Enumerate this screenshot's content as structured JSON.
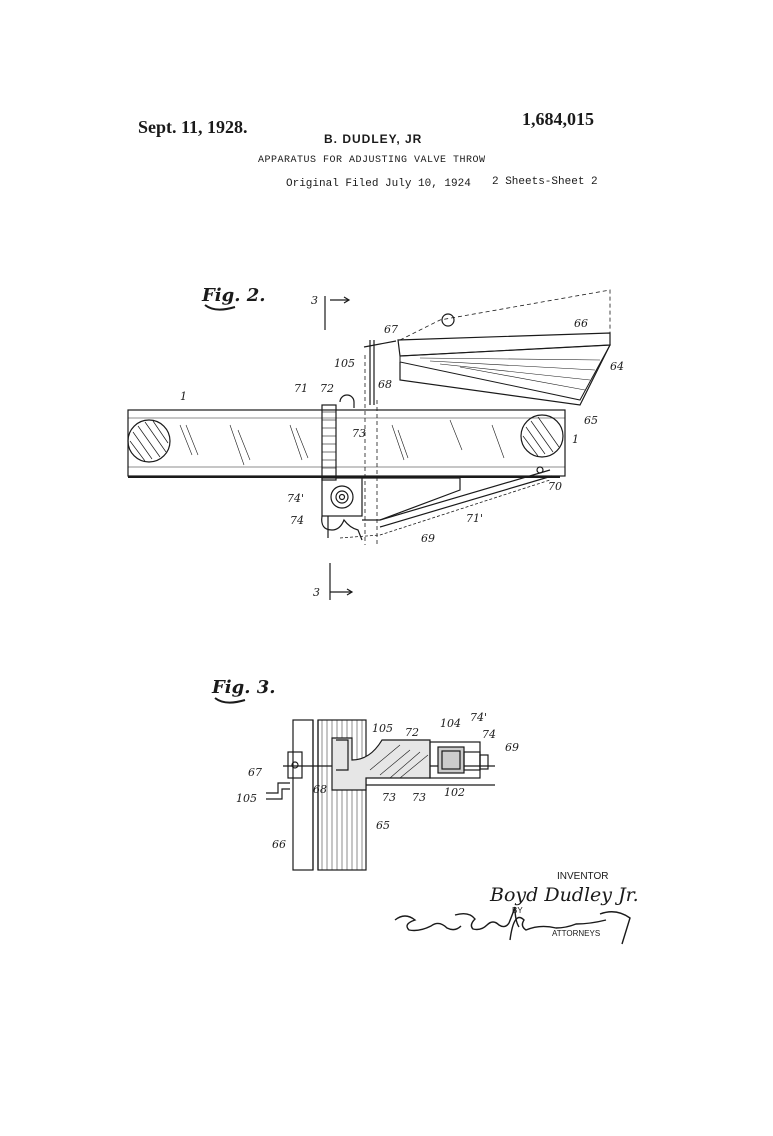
{
  "header": {
    "date": "Sept. 11, 1928.",
    "patent_number": "1,684,015",
    "inventor": "B. DUDLEY, JR",
    "title": "APPARATUS FOR ADJUSTING VALVE THROW",
    "filed": "Original Filed July 10, 1924",
    "sheets": "2 Sheets-Sheet 2"
  },
  "figures": {
    "fig2": {
      "label": "Fig. 2.",
      "section_marks": [
        "3",
        "3"
      ],
      "ref_labels": [
        "1",
        "1",
        "71",
        "72",
        "105",
        "67",
        "68",
        "73",
        "66",
        "64",
        "65",
        "74'",
        "74",
        "71'",
        "69",
        "70"
      ]
    },
    "fig3": {
      "label": "Fig. 3.",
      "ref_labels": [
        "67",
        "105",
        "66",
        "68",
        "105",
        "72",
        "104",
        "74'",
        "74",
        "69",
        "73",
        "73",
        "102",
        "65"
      ]
    }
  },
  "signature_block": {
    "inventor_label": "INVENTOR",
    "inventor_signature": "Boyd Dudley Jr.",
    "by": "BY",
    "attorneys": "ATTORNEYS"
  }
}
